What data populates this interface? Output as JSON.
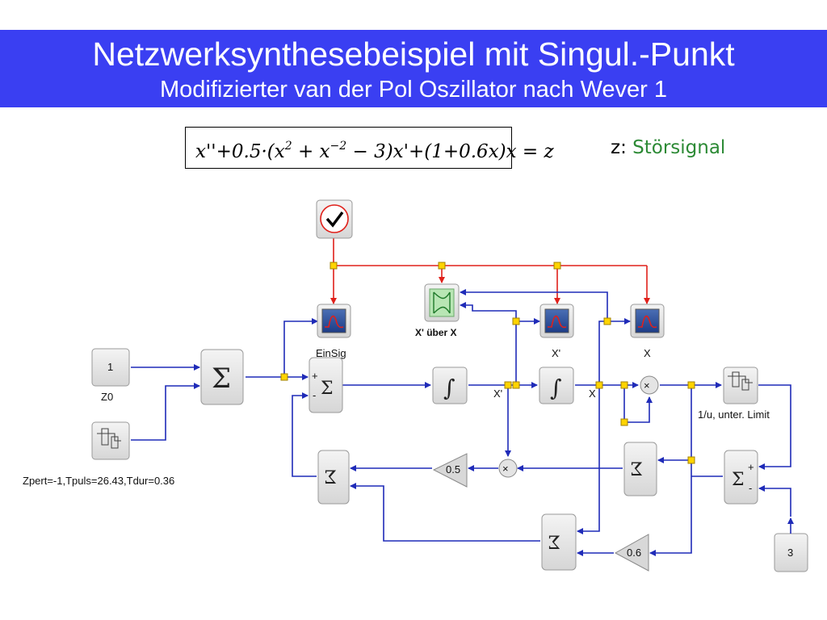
{
  "header": {
    "title": "Netzwerksynthesebeispiel mit Singul.-Punkt",
    "subtitle": "Modifizierter van der Pol Oszillator nach Wever 1"
  },
  "equation": {
    "p1": "x''+0.5·(x",
    "p2": "2",
    "p3": " + x",
    "p4": "−2",
    "p5": " − 3)x'+(1+0.6x)x = z"
  },
  "legend": {
    "z_var": "z:",
    "z_desc": "Störsignal"
  },
  "diagram": {
    "const_block": "1",
    "const_caption": "Z0",
    "pulse_caption": "Zpert=-1,Tpuls=26.43,Tdur=0.36",
    "sum_symbol": "Σ",
    "plus_sign": "+",
    "minus_sign": "-",
    "scope1_caption": "EinSig",
    "xy_caption": "X' über X",
    "scope2_caption": "X'",
    "scope3_caption": "X",
    "wire_label_xp": "X'",
    "wire_label_x": "X",
    "integral_symbol": "∫",
    "mult_symbol": "×",
    "gain1_value": "0.5",
    "gain2_value": "0.6",
    "limit_caption": "1/u, unter. Limit",
    "const3_value": "3"
  },
  "colors": {
    "header_bg": "#3a3ff2",
    "signal_wire": "#1f2bb8",
    "activation_wire": "#e0201a",
    "split_node": "#ffd400",
    "stoersignal": "#2c8a35"
  },
  "icons": [
    "clock-icon",
    "scope-icon",
    "xy-scope-icon",
    "sum-icon",
    "integrator-icon",
    "product-icon",
    "gain-icon",
    "lookup-icon",
    "split-point-icon"
  ]
}
